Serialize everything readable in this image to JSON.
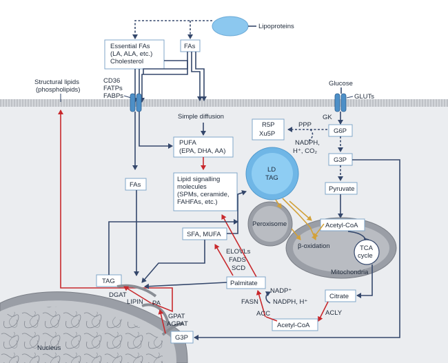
{
  "labels": {
    "lipoproteins": "Lipoproteins",
    "essential_fas_1": "Essential FAs",
    "essential_fas_2": "(LA, ALA, etc.)",
    "essential_fas_3": "Cholesterol",
    "fas_top": "FAs",
    "structural_1": "Structural lipids",
    "structural_2": "(phospholipids)",
    "cd36": "CD36",
    "fatps": "FATPs",
    "fabps": "FABPs",
    "glucose": "Glucose",
    "gluts": "GLUTs",
    "gk": "GK",
    "simple_diffusion": "Simple diffusion",
    "pufa_1": "PUFA",
    "pufa_2": "(EPA, DHA, AA)",
    "r5p": "R5P",
    "xu5p": "Xu5P",
    "ppp": "PPP",
    "nadph_1": "NADPH,",
    "nadph_2": "H⁺, CO₂",
    "g6p": "G6P",
    "g3p_right": "G3P",
    "ld": "LD",
    "tag_ld": "TAG",
    "fas_mid": "FAs",
    "lipid_sig_1": "Lipid signalling",
    "lipid_sig_2": "molecules",
    "lipid_sig_3": "(SPMs, ceramide,",
    "lipid_sig_4": "FAHFAs, etc.)",
    "pyruvate": "Pyruvate",
    "peroxisome": "Peroxisome",
    "acetyl_coa_mito": "Acetyl-CoA",
    "tca_1": "TCA",
    "tca_2": "cycle",
    "beta_ox": "β-oxidation",
    "mitochondria": "Mitochondria",
    "sfa_mufa": "SFA, MUFA",
    "elovls": "ELOVLs",
    "fads": "FADS",
    "scd": "SCD",
    "tag_left": "TAG",
    "palmitate": "Palmitate",
    "nadp": "NADP⁺",
    "fasn": "FASN",
    "nadph_h": "NADPH, H⁺",
    "citrate": "Citrate",
    "dgat": "DGAT",
    "lipin": "LIPIN",
    "pa": "PA",
    "acc": "ACC",
    "acly": "ACLY",
    "acetyl_coa_bottom": "Acetyl-CoA",
    "gpat": "GPAT",
    "agpat": "AGPAT",
    "g3p_bottom": "G3P",
    "nucleus": "Nucleus"
  },
  "colors": {
    "membrane": "#c9ccd0",
    "cytoplasm": "#ebedf0",
    "box_border": "#7fa6c9",
    "navy_arrow": "#34476b",
    "red_arrow": "#c8282c",
    "gold_arrow": "#d2a13a",
    "lipid_droplet": "#6fb6e6",
    "organelle": "#9a9ea6"
  }
}
